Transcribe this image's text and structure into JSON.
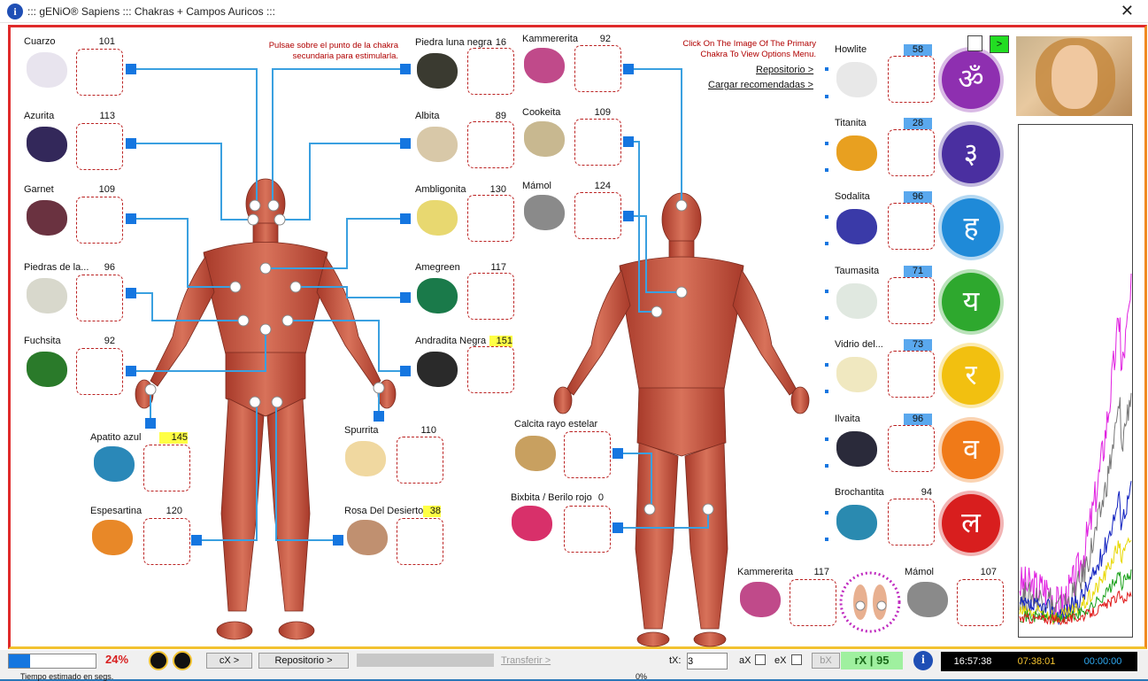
{
  "window": {
    "title": "::: gENiO® Sapiens ::: Chakras + Campos Auricos :::",
    "close_glyph": "✕",
    "info_glyph": "i"
  },
  "instructions": {
    "front": "Pulsae sobre el punto de la chakra secundaria para estimularla.",
    "back": "Click On The Image Of The Primary Chakra To View Options Menu."
  },
  "links": {
    "repositorio": "Repositorio >",
    "cargar": "Cargar recomendadas >"
  },
  "left_col": [
    {
      "name": "Cuarzo",
      "num": "101"
    },
    {
      "name": "Azurita",
      "num": "113"
    },
    {
      "name": "Garnet",
      "num": "109"
    },
    {
      "name": "Piedras de la...",
      "num": "96"
    },
    {
      "name": "Fuchsita",
      "num": "92"
    }
  ],
  "left_low": [
    {
      "name": "Apatito azul",
      "num": "145"
    },
    {
      "name": "Espesartina",
      "num": "120"
    }
  ],
  "mid_col": [
    {
      "name": "Piedra luna negra",
      "num": "16"
    },
    {
      "name": "Albita",
      "num": "89"
    },
    {
      "name": "Ambligonita",
      "num": "130"
    },
    {
      "name": "Amegreen",
      "num": "117"
    },
    {
      "name": "Andradita Negra",
      "num": "151"
    }
  ],
  "mid_low": [
    {
      "name": "Spurrita",
      "num": "110"
    },
    {
      "name": "Rosa Del Desierto",
      "num": "38"
    }
  ],
  "back_col": [
    {
      "name": "Kammererita",
      "num": "92"
    },
    {
      "name": "Cookeita",
      "num": "109"
    },
    {
      "name": "Mámol",
      "num": "124"
    }
  ],
  "back_low": [
    {
      "name": "Calcita rayo estelar",
      "num": ""
    },
    {
      "name": "Bixbita / Berilo rojo",
      "num": "0"
    }
  ],
  "right_col": [
    {
      "name": "Howlite",
      "num": "58"
    },
    {
      "name": "Titanita",
      "num": "28"
    },
    {
      "name": "Sodalita",
      "num": "96"
    },
    {
      "name": "Taumasita",
      "num": "71"
    },
    {
      "name": "Vidrio del...",
      "num": "73"
    },
    {
      "name": "Ilvaita",
      "num": "96"
    },
    {
      "name": "Brochantita",
      "num": "94"
    }
  ],
  "feet_row": [
    {
      "name": "Kammererita",
      "num": "117"
    },
    {
      "name": "Mámol",
      "num": "107"
    }
  ],
  "chakras": [
    {
      "glyph": "ॐ",
      "color": "#8e2fb0"
    },
    {
      "glyph": "३",
      "color": "#4a2fa0"
    },
    {
      "glyph": "ह",
      "color": "#1f8ad8"
    },
    {
      "glyph": "य",
      "color": "#2ea82e"
    },
    {
      "glyph": "र",
      "color": "#f2c010"
    },
    {
      "glyph": "व",
      "color": "#f07a18"
    },
    {
      "glyph": "ल",
      "color": "#d81e1e"
    }
  ],
  "toolbar": {
    "percent": "24%",
    "progress": 0.24,
    "cx_button": "cX >",
    "repositorio_button": "Repositorio >",
    "transferir": "Transferir >",
    "tx_label": "tX:",
    "tx_value": "3",
    "ax_label": "aX",
    "ex_label": "eX",
    "bx_button": "bX",
    "rx_value": "rX | 95",
    "clock1": "16:57:38",
    "clock2": "07:38:01",
    "clock3": "00:00:00",
    "estimated_label": "Tiempo estimado en segs.",
    "bottom_percent": "0%"
  },
  "graph": {
    "series": [
      {
        "name": "magenta",
        "color": "#e020e0"
      },
      {
        "name": "gray",
        "color": "#777777"
      },
      {
        "name": "blue",
        "color": "#1020c0"
      },
      {
        "name": "yellow",
        "color": "#e8d800"
      },
      {
        "name": "green",
        "color": "#18a018"
      },
      {
        "name": "red",
        "color": "#e01818"
      }
    ]
  }
}
